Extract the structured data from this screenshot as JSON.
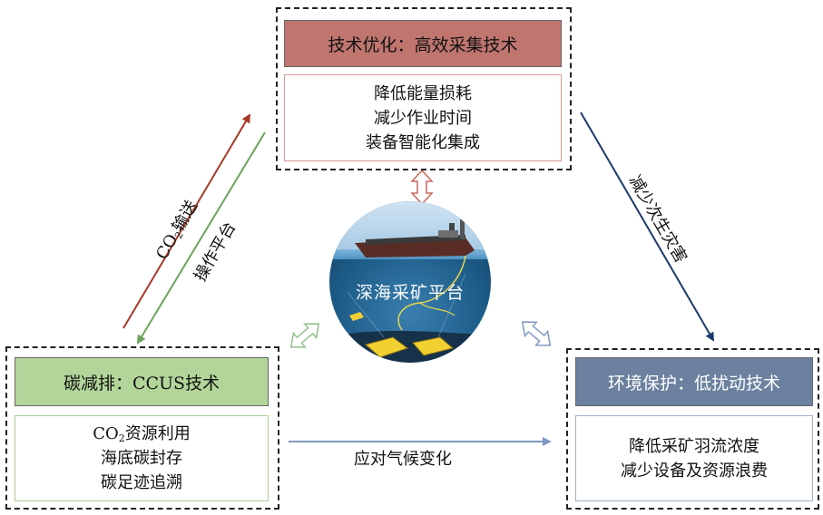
{
  "hub": {
    "title": "深海采矿平台"
  },
  "top": {
    "title": "技术优化：高效采集技术",
    "lines": [
      "降低能量损耗",
      "减少作业时间",
      "装备智能化集成"
    ],
    "head_color": "#c0756f"
  },
  "left": {
    "title": "碳减排：CCUS技术",
    "line1_a": "CO",
    "line1_sub": "2",
    "line1_b": "资源利用",
    "line2": "海底碳封存",
    "line3": "碳足迹追溯",
    "head_color": "#b2d699"
  },
  "right": {
    "title": "环境保护：低扰动技术",
    "lines": [
      "降低采矿羽流浓度",
      "减少设备及资源浪费"
    ],
    "head_color": "#6b819f"
  },
  "arrows": {
    "co2_a": "CO",
    "co2_sub": "2",
    "co2_b": "输送",
    "platform_op": "操作平台",
    "reduce_disaster": "减少次生灾害",
    "climate": "应对气候变化"
  },
  "colors": {
    "red_arrow": "#a83a2a",
    "green_arrow": "#6aa45c",
    "navy_arrow": "#1e3a6c",
    "blue_arrow": "#7f98c0"
  }
}
